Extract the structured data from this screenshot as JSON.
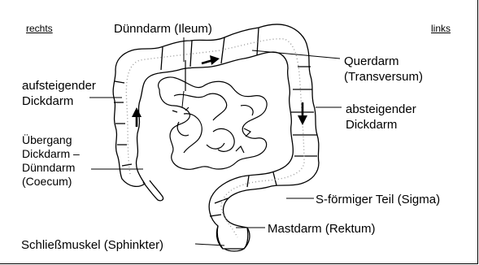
{
  "corner_labels": {
    "right_side": "rechts",
    "left_side": "links"
  },
  "labels": {
    "ileum": "Dünndarm (Ileum)",
    "transverse": "Querdarm\n(Transversum)",
    "ascending": "aufsteigender\nDickdarm",
    "descending": "absteigender\nDickdarm",
    "cecum": "Übergang\nDickdarm –\nDünndarm\n(Coecum)",
    "sigma": "S-förmiger Teil (Sigma)",
    "rectum": "Mastdarm (Rektum)",
    "sphincter": "Schließmuskel (Sphinkter)"
  },
  "colors": {
    "ink": "#000000",
    "background": "#ffffff",
    "dots": "#9a9a9a"
  }
}
